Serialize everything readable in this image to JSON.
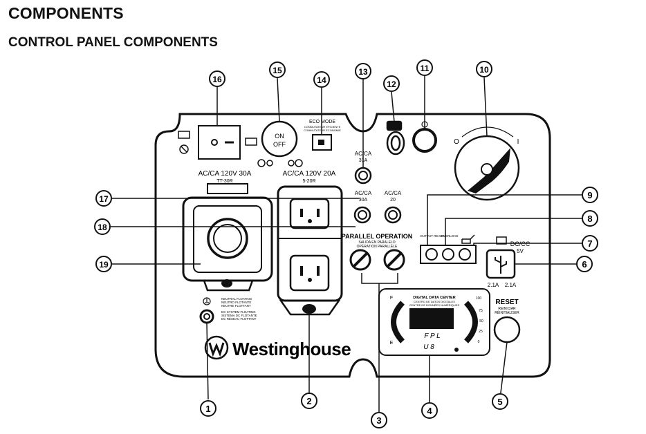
{
  "heading": "COMPONENTS",
  "subheading": "CONTROL PANEL COMPONENTS",
  "panel": {
    "on_label": "ON",
    "off_label": "OFF",
    "eco_label": "ECO MODE",
    "eco_sub1": "CONMUTATEUR EFICIENTE",
    "eco_sub2": "COMMUTATEUR ÉCONOMIE",
    "outlet30_label": "AC/CA 120V 30A",
    "outlet30_sub": "TT-30R",
    "outlet20_label": "AC/CA 120V 20A",
    "outlet20_sub": "5-20R",
    "breaker31_label": "AC/CA",
    "breaker31_sub": "31A",
    "par_left_label": "AC/CA",
    "par_left_sub": "30A",
    "par_right_label": "AC/CA",
    "par_right_sub": "20",
    "parallel_title": "PARALLEL OPERATION",
    "parallel_sub1": "SALIDA EN PARALELO",
    "parallel_sub2": "OPÉRATION PARALLÈLE",
    "ready_label": "OUTPUT READY",
    "overload_label": "OVERLOAD",
    "dc_label": "DC/CC",
    "dc_sub": "5V",
    "usb_left": "2.1A",
    "usb_right": "2.1A",
    "reset_label": "RESET",
    "reset_sub1": "REINICIAR",
    "reset_sub2": "RÉINITIALISER",
    "ddc_title": "DIGITAL DATA CENTER",
    "ddc_sub1": "CENTRO DE DATOS DIGITALES",
    "ddc_sub2": "CENTRE DE DONNÉES NUMÉRIQUES",
    "ddc_f": "F",
    "ddc_e": "E",
    "ddc_100": "100",
    "ddc_75": "75",
    "ddc_50": "50",
    "ddc_25": "25",
    "ddc_0": "0",
    "ddc_row1": "F  P  L",
    "ddc_row2": "U  8",
    "neutral1": "NEUTRAL FLOATING",
    "neutral2": "NEUTRO FLOTANTE",
    "neutral3": "NEUTRE FLOTTANT",
    "dc1": "DC SYSTEM FLOATING",
    "dc2": "SISTEMA DC FLOTANTE",
    "dc3": "DC RÉSEAU FLOTTANT",
    "brand": "Westinghouse",
    "choke_o": "O",
    "choke_i": "I"
  },
  "callouts": [
    "1",
    "2",
    "3",
    "4",
    "5",
    "6",
    "7",
    "8",
    "9",
    "10",
    "11",
    "12",
    "13",
    "14",
    "15",
    "16",
    "17",
    "18",
    "19"
  ]
}
